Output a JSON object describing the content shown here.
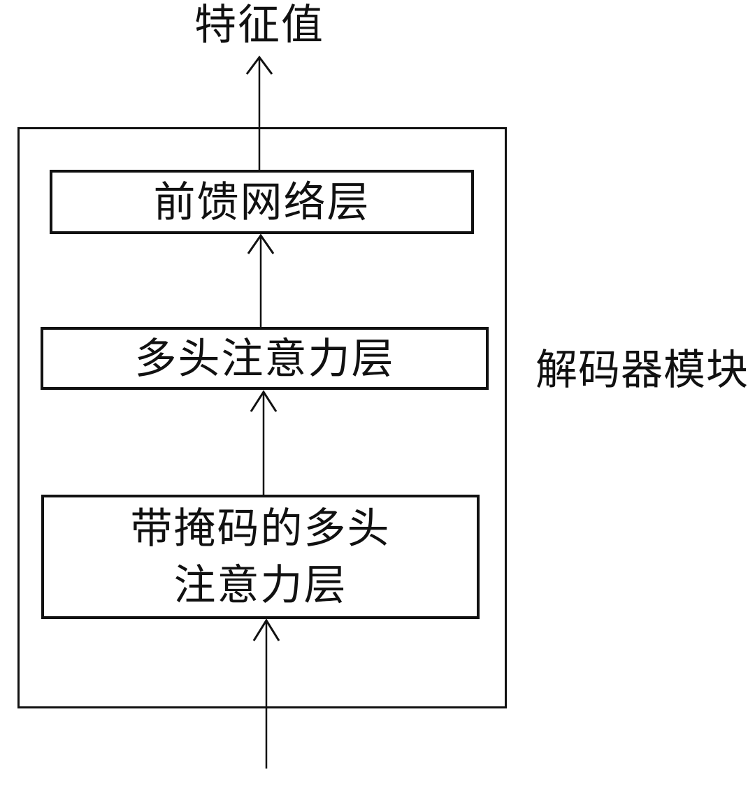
{
  "diagram": {
    "output_label": "特征值",
    "module_label": "解码器模块",
    "layers": [
      {
        "name": "feed-forward-layer",
        "label": "前馈网络层"
      },
      {
        "name": "multi-head-attention-layer",
        "label": "多头注意力层"
      },
      {
        "name": "masked-multi-head-attention-layer",
        "label": "带掩码的多头\n注意力层"
      }
    ],
    "icons": [
      {
        "name": "up-arrow-icon",
        "glyph": "↑",
        "count": 4
      }
    ],
    "colors": {
      "stroke": "#111111",
      "background": "#ffffff",
      "text": "#111111"
    }
  }
}
